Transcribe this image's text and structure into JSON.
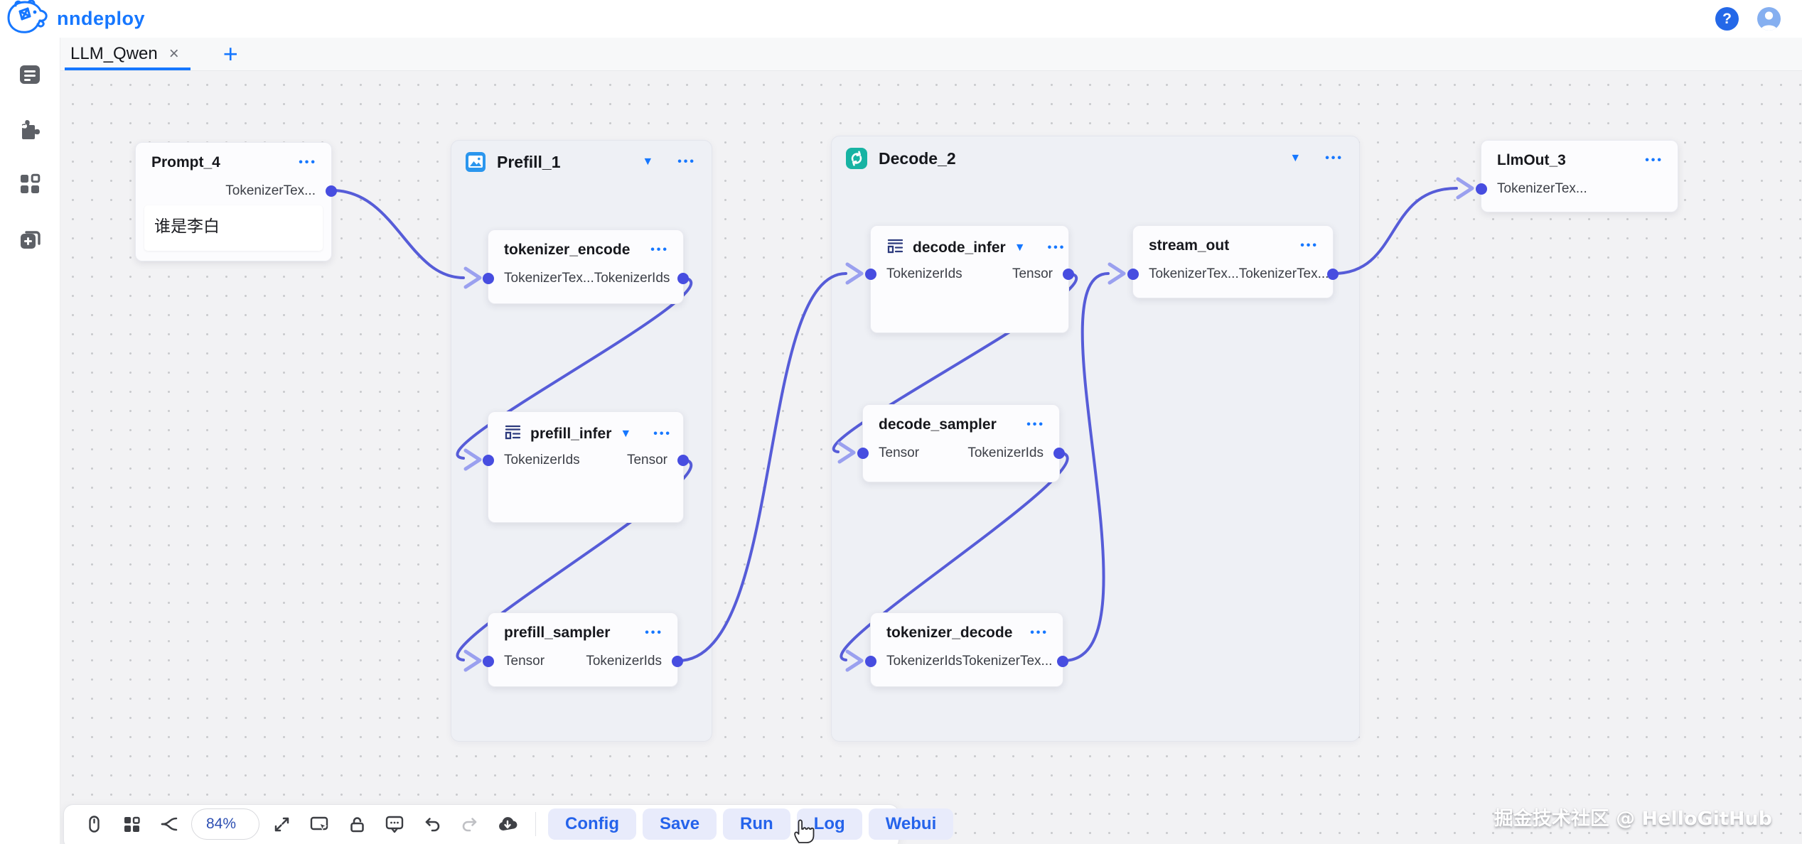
{
  "header": {
    "brand": "nndeploy",
    "help_label": "?"
  },
  "tabs": {
    "active_label": "LLM_Qwen",
    "close_glyph": "×",
    "add_glyph": "+"
  },
  "ui": {
    "dots_glyph": "•••",
    "caret_glyph": "▼"
  },
  "canvas": {
    "groups": {
      "prefill": {
        "title": "Prefill_1"
      },
      "decode": {
        "title": "Decode_2"
      }
    },
    "nodes": {
      "prompt4": {
        "title": "Prompt_4",
        "out": "TokenizerTex...",
        "text_value": "谁是李白"
      },
      "tokenizer_encode": {
        "title": "tokenizer_encode",
        "in": "TokenizerTex...",
        "out": "TokenizerIds"
      },
      "prefill_infer": {
        "title": "prefill_infer",
        "in": "TokenizerIds",
        "out": "Tensor"
      },
      "prefill_sampler": {
        "title": "prefill_sampler",
        "in": "Tensor",
        "out": "TokenizerIds"
      },
      "decode_infer": {
        "title": "decode_infer",
        "in": "TokenizerIds",
        "out": "Tensor"
      },
      "stream_out": {
        "title": "stream_out",
        "in": "TokenizerTex...",
        "out": "TokenizerTex..."
      },
      "decode_sampler": {
        "title": "decode_sampler",
        "in": "Tensor",
        "out": "TokenizerIds"
      },
      "tokenizer_decode": {
        "title": "tokenizer_decode",
        "in": "TokenizerIds",
        "out": "TokenizerTex..."
      },
      "llmout3": {
        "title": "LlmOut_3",
        "in": "TokenizerTex..."
      }
    }
  },
  "toolbar": {
    "zoom_value": "84%",
    "config_label": "Config",
    "save_label": "Save",
    "run_label": "Run",
    "log_label": "Log",
    "webui_label": "Webui"
  },
  "watermark": "掘金技术社区 @ HelloGitHub",
  "colors": {
    "accent_blue": "#1677ff",
    "edge_purple": "#565cd8",
    "port_dot": "#474de0",
    "group_bg": "#eef0f5",
    "teal_icon": "#17b3a3",
    "button_bg": "#e8ebfb",
    "button_text": "#2563eb"
  }
}
